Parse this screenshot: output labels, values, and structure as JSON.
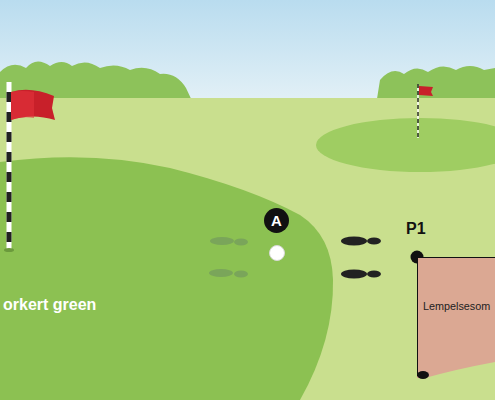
{
  "diagram": {
    "nodes": [
      {
        "text": [
          "A"
        ]
      },
      {
        "text": [
          "Lempelsesom"
        ]
      }
    ],
    "labels": [
      "P1",
      "orkert green"
    ]
  }
}
